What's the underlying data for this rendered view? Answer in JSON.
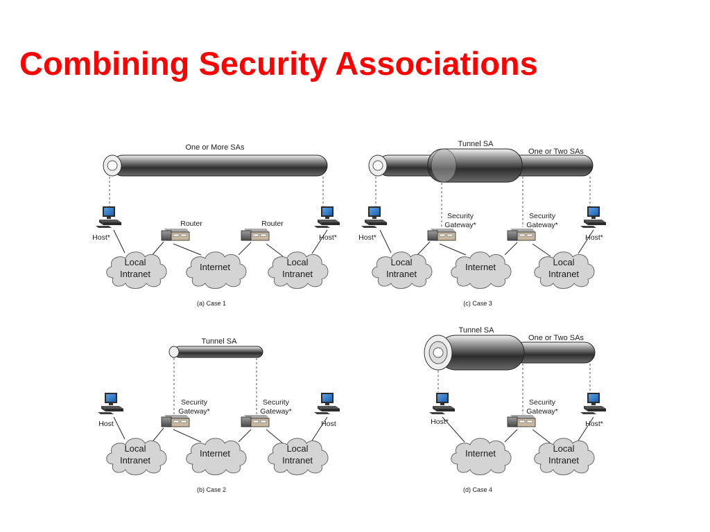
{
  "title": "Combining Security Associations",
  "colors": {
    "title": "#ff0000",
    "cloud": "#d4d4d4",
    "pipe_dark": "#2e2e2e",
    "pipe_light": "#eeeeee"
  },
  "icons": [
    "computer-icon",
    "router-icon",
    "gateway-icon",
    "cloud-icon",
    "tunnel-pipe-icon"
  ],
  "panels": {
    "a": {
      "caption": "(a) Case 1",
      "tunnel_label": "One or More SAs",
      "router_left": "Router",
      "router_right": "Router",
      "host_left": "Host*",
      "host_right": "Host*",
      "cloud_left": [
        "Local",
        "Intranet"
      ],
      "cloud_mid": "Internet",
      "cloud_right": [
        "Local",
        "Intranet"
      ]
    },
    "b": {
      "caption": "(b) Case 2",
      "tunnel_label": "Tunnel SA",
      "gateway_left": [
        "Security",
        "Gateway*"
      ],
      "gateway_right": [
        "Security",
        "Gateway*"
      ],
      "host_left": "Host",
      "host_right": "Host",
      "cloud_left": [
        "Local",
        "Intranet"
      ],
      "cloud_mid": "Internet",
      "cloud_right": [
        "Local",
        "Intranet"
      ]
    },
    "c": {
      "caption": "(c) Case 3",
      "tunnel_label": "Tunnel SA",
      "outer_label": "One or Two SAs",
      "gateway_left": [
        "Security",
        "Gateway*"
      ],
      "gateway_right": [
        "Security",
        "Gateway*"
      ],
      "host_left": "Host*",
      "host_right": "Host*",
      "cloud_left": [
        "Local",
        "Intranet"
      ],
      "cloud_mid": "Internet",
      "cloud_right": [
        "Local",
        "Intranet"
      ]
    },
    "d": {
      "caption": "(d) Case 4",
      "tunnel_label": "Tunnel SA",
      "outer_label": "One or Two SAs",
      "gateway_right": [
        "Security",
        "Gateway*"
      ],
      "host_left": "Host*",
      "host_right": "Host*",
      "cloud_mid": "Internet",
      "cloud_right": [
        "Local",
        "Intranet"
      ]
    }
  }
}
